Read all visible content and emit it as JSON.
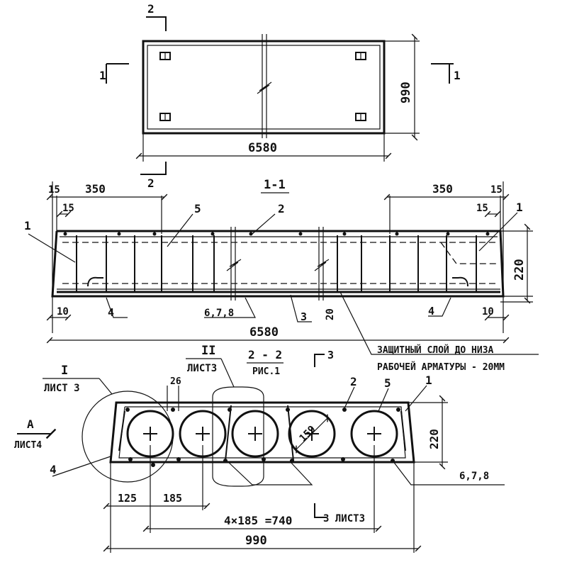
{
  "plan": {
    "width_dim": "6580",
    "height_dim": "990",
    "cut1_left": "1",
    "cut1_right": "1",
    "cut2_top": "2",
    "cut2_bottom": "2"
  },
  "section_1_1": {
    "title": "1-1",
    "dim_15_left": "15",
    "dim_350_left": "350",
    "dim_15_left_inner": "15",
    "dim_350_right": "350",
    "dim_15_right": "15",
    "dim_15_right_inner": "15",
    "dim_220": "220",
    "dim_10_left": "10",
    "dim_10_right": "10",
    "dim_20": "20",
    "dim_length": "6580",
    "pos_1_left": "1",
    "pos_1_right": "1",
    "pos_2": "2",
    "pos_3": "3",
    "pos_4_left": "4",
    "pos_4_right": "4",
    "pos_5": "5",
    "pos_678": "6,7,8",
    "note_line1": "ЗАЩИТНЫЙ СЛОЙ ДО НИЗА",
    "note_line2": "РАБОЧЕЙ АРМАТУРЫ - 20ММ"
  },
  "section_2_2": {
    "callout_I": "I",
    "callout_I_sheet": "ЛИСТ 3",
    "callout_II": "II",
    "callout_II_sheet": "ЛИСТ3",
    "title": "2 - 2",
    "title_ref": "РИС.1",
    "view_A": "А",
    "view_A_sheet": "ЛИСТ4",
    "cut3_label": "3",
    "cut3_bottom": "3 ЛИСТ3",
    "pos_4": "4",
    "pos_2": "2",
    "pos_5": "5",
    "pos_1": "1",
    "pos_678": "6,7,8",
    "dim_26": "26",
    "dim_159": "159",
    "dim_220": "220",
    "dim_125": "125",
    "dim_185": "185",
    "dim_4x185": "4×185 =740",
    "dim_990": "990"
  }
}
